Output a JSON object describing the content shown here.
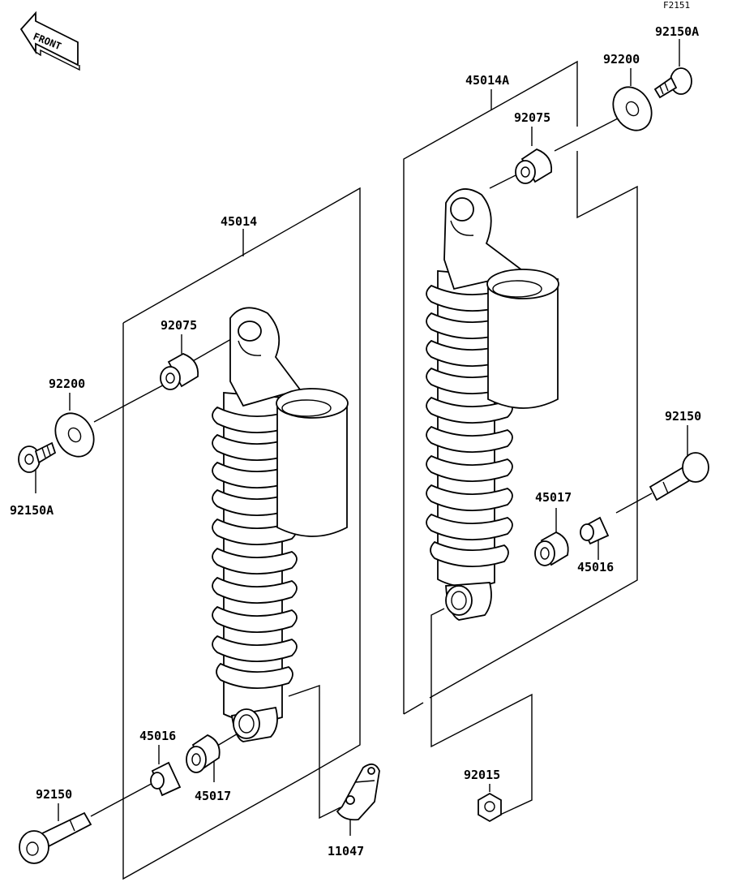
{
  "diagram_code": "F2151",
  "front_label": "FRONT",
  "labels": {
    "shock_left": "45014",
    "shock_right": "45014A",
    "bushing_upper_left": "92075",
    "bushing_upper_right": "92075",
    "washer_left": "92200",
    "washer_right": "92200",
    "bolt_a_left": "92150A",
    "bolt_a_right": "92150A",
    "bolt_left": "92150",
    "bolt_right": "92150",
    "sleeve_left": "45016",
    "sleeve_right": "45016",
    "bushing_lower_left": "45017",
    "bushing_lower_right": "45017",
    "bracket": "11047",
    "nut": "92015"
  },
  "colors": {
    "ink": "#000000",
    "paper": "#ffffff"
  }
}
